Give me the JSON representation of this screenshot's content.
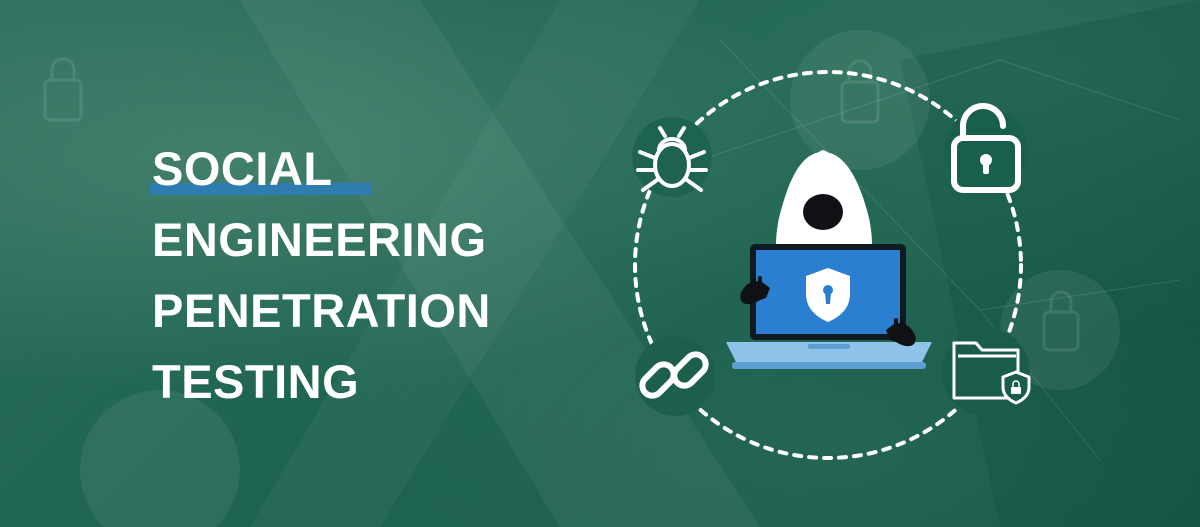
{
  "headline": {
    "line1": "SOCIAL",
    "line2": "ENGINEERING",
    "line3": "PENETRATION",
    "line4": "TESTING"
  },
  "colors": {
    "background": "#1a5e4c",
    "accent_bar": "#2f7cae",
    "text": "#ffffff",
    "laptop_screen": "#2a7fd0",
    "laptop_body": "#8fc3ea"
  },
  "icons": [
    "bug-icon",
    "padlock-open-icon",
    "chain-link-icon",
    "folder-shield-icon",
    "hacker-icon",
    "laptop-icon",
    "shield-keyhole-icon"
  ]
}
